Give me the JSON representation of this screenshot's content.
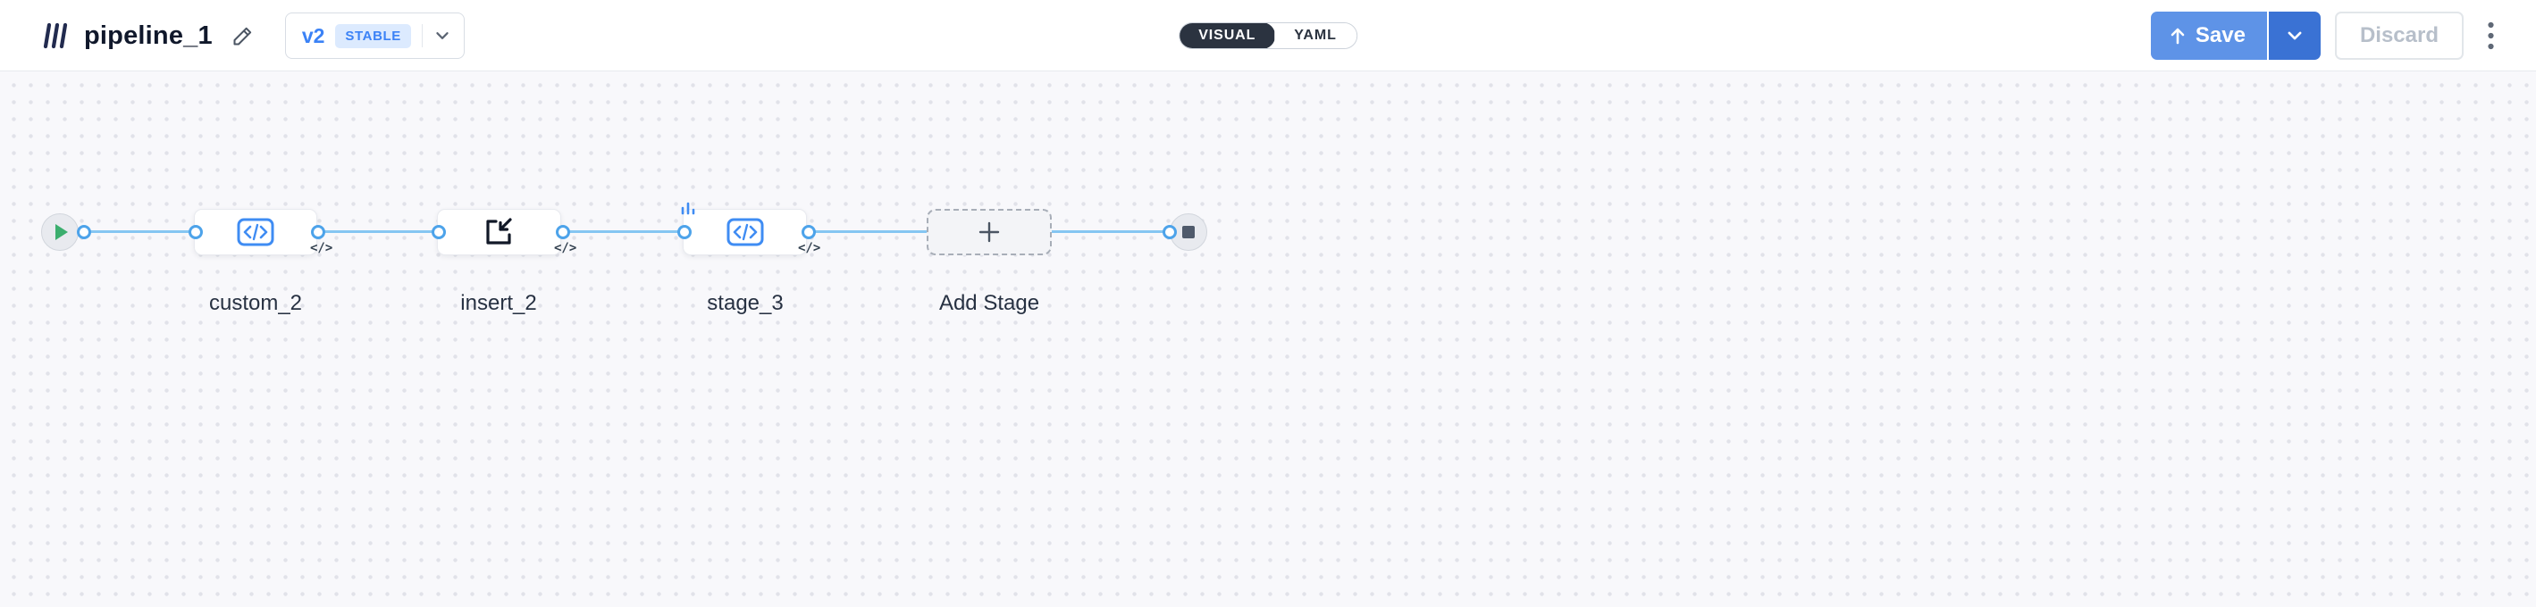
{
  "header": {
    "title": "pipeline_1",
    "version": {
      "label": "v2",
      "badge": "STABLE"
    },
    "view_toggle": {
      "visual": "VISUAL",
      "yaml": "YAML",
      "active": "VISUAL"
    },
    "actions": {
      "save": "Save",
      "discard": "Discard"
    }
  },
  "canvas": {
    "stages": [
      {
        "name": "custom_2",
        "icon": "function-code-icon"
      },
      {
        "name": "insert_2",
        "icon": "insert-icon"
      },
      {
        "name": "stage_3",
        "icon": "function-code-icon"
      },
      {
        "name": "Add Stage",
        "icon": "plus-icon"
      }
    ],
    "code_glyph": "</>",
    "nodes": {
      "start": "play",
      "end": "stop"
    }
  },
  "colors": {
    "accent_blue": "#3b82f6",
    "edge_blue": "#85c6f2",
    "save_blue": "#5e93e7",
    "save_caret_blue": "#3a72d4",
    "toggle_dark": "#2b3340",
    "badge_bg": "#dceafe",
    "canvas_bg": "#f8f8fb"
  }
}
